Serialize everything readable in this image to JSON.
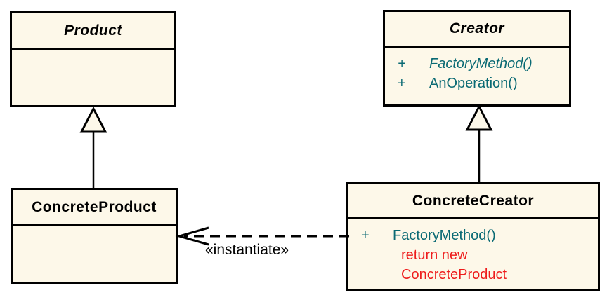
{
  "colors": {
    "box_fill": "#fdf8e9",
    "line_color": "#000000",
    "method_text": "#0a6a74",
    "note_text": "#ee1c1c"
  },
  "classes": {
    "product": {
      "name": "Product"
    },
    "creator": {
      "name": "Creator",
      "methods": [
        {
          "visibility": "+",
          "name": "FactoryMethod()"
        },
        {
          "visibility": "+",
          "name": "AnOperation()"
        }
      ]
    },
    "concrete_product": {
      "name": "ConcreteProduct"
    },
    "concrete_creator": {
      "name": "ConcreteCreator",
      "methods": [
        {
          "visibility": "+",
          "name": "FactoryMethod()"
        }
      ],
      "note": [
        "return new",
        "ConcreteProduct"
      ]
    }
  },
  "connectors": {
    "instantiate_label": "«instantiate»"
  }
}
